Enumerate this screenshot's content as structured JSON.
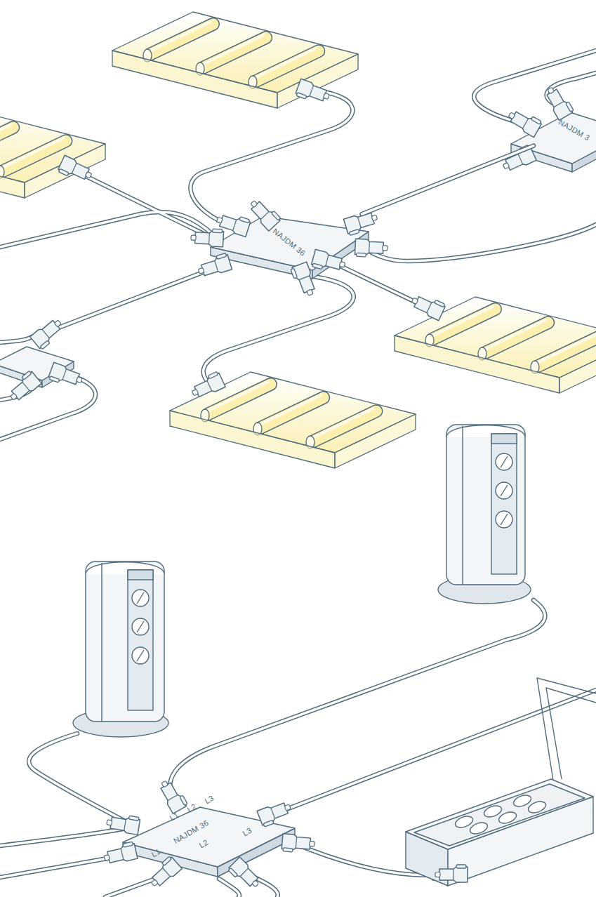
{
  "diagram": {
    "nodes": [
      {
        "text": [
          "NAJDM 3"
        ]
      },
      {
        "text": [
          "NAJDM 36"
        ]
      },
      {
        "text": [
          "L1",
          "L2",
          "L3",
          "NAJDM 36",
          "L1",
          "L2",
          "L3"
        ]
      }
    ],
    "edges": [
      {
        "from": 1,
        "to": 0,
        "arrow": "none"
      }
    ]
  }
}
